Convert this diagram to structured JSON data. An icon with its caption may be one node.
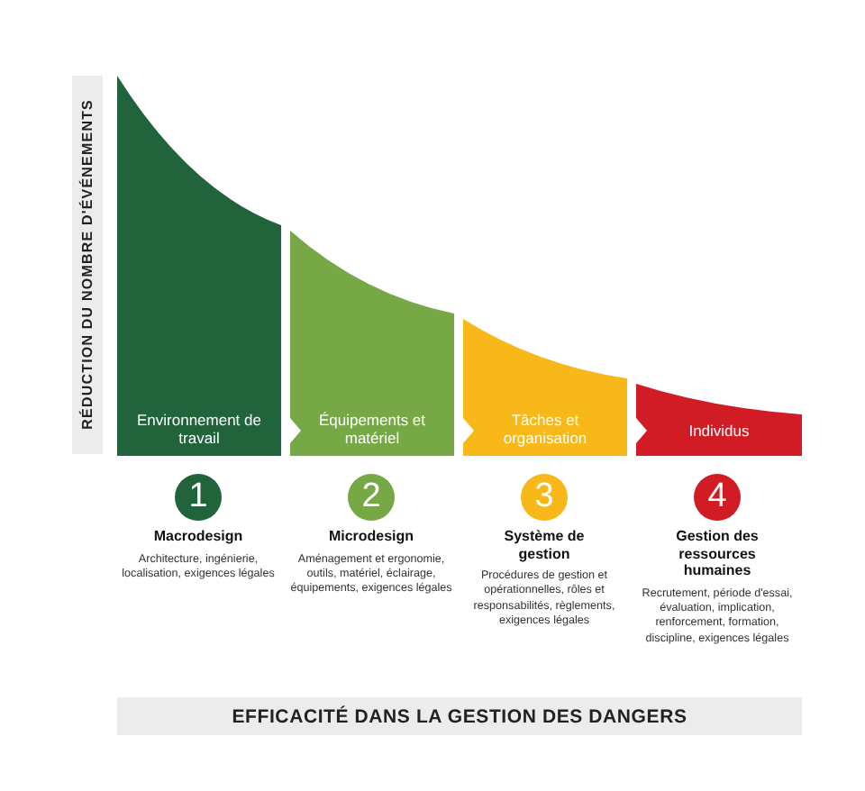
{
  "diagram": {
    "nodes": [
      {
        "text": [
          "RÉDUCTION DU NOMBRE D'ÉVÉNEMENTS"
        ]
      },
      {
        "text": [
          "Environnement de travail"
        ]
      },
      {
        "text": [
          "Équipements et matériel"
        ]
      },
      {
        "text": [
          "Tâches et organisation"
        ]
      },
      {
        "text": [
          "Individus"
        ]
      },
      {
        "text": [
          "1"
        ],
        "beside": [
          "Macrodesign",
          "Architecture, ingénierie, localisation, exigences légales"
        ]
      },
      {
        "text": [
          "2"
        ],
        "beside": [
          "Microdesign",
          "Aménagement et ergonomie, outils, matériel, éclairage, équipements, exigences légales"
        ]
      },
      {
        "text": [
          "3"
        ],
        "beside": [
          "Système de gestion",
          "Procédures de gestion et opérationnelles, rôles et responsabilités, règlements, exigences légales"
        ]
      },
      {
        "text": [
          "4"
        ],
        "beside": [
          "Gestion des ressources humaines",
          "Recrutement, période d'essai, évaluation, implication, renforcement, formation, discipline, exigences légales"
        ]
      },
      {
        "text": [
          "EFFICACITÉ DANS LA GESTION DES DANGERS"
        ]
      }
    ]
  }
}
